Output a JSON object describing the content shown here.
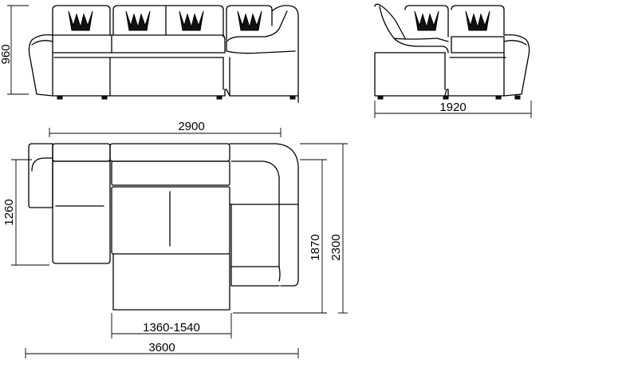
{
  "drawing": {
    "type": "sofa dimension drawing",
    "views": [
      "front",
      "side",
      "top"
    ],
    "dimensions": {
      "front_height": "960",
      "side_width": "1920",
      "top_length": "2900",
      "top_left_depth": "1260",
      "top_right_depth_inner": "1870",
      "top_right_depth_outer": "2300",
      "sleeping_width": "1360-1540",
      "overall_length": "3600"
    },
    "colors": {
      "line": "#000000",
      "background": "#ffffff"
    }
  }
}
